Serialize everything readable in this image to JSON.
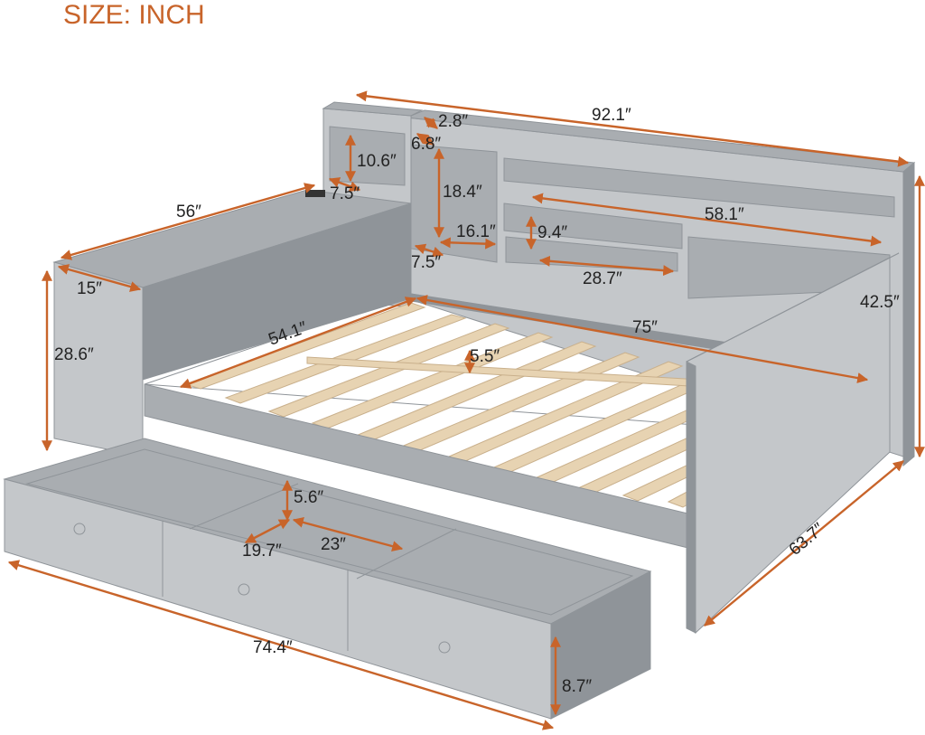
{
  "title": "SIZE: INCH",
  "colors": {
    "accent": "#c8642a",
    "frame": "#a9adb1",
    "frame_dark": "#8f9499",
    "frame_light": "#c4c7ca",
    "slat": "#e7d3b2",
    "text": "#222222"
  },
  "dimensions": {
    "overall_length": "92.1″",
    "overall_height": "42.5″",
    "overall_width": "63.7″",
    "side_cabinet_depth": "56″",
    "side_cabinet_width": "15″",
    "side_cabinet_height": "28.6″",
    "top_ledge": "2.8″",
    "small_shelf_gap": "6.8″",
    "side_shelf_height": "10.6″",
    "side_shelf_depth": "7.5″",
    "headboard_shelf_height": "18.4″",
    "headboard_shelf_width": "16.1″",
    "headboard_shelf_depth": "7.5″",
    "long_shelf_width": "58.1″",
    "middle_shelf_height": "9.4″",
    "middle_shelf_width": "28.7″",
    "mattress_width": "54.1″",
    "mattress_length": "75″",
    "slat_gap": "5.5″",
    "drawer_height_inner": "5.6″",
    "drawer_depth": "19.7″",
    "drawer_section_width": "23″",
    "drawer_length": "74.4″",
    "drawer_height": "8.7″"
  }
}
